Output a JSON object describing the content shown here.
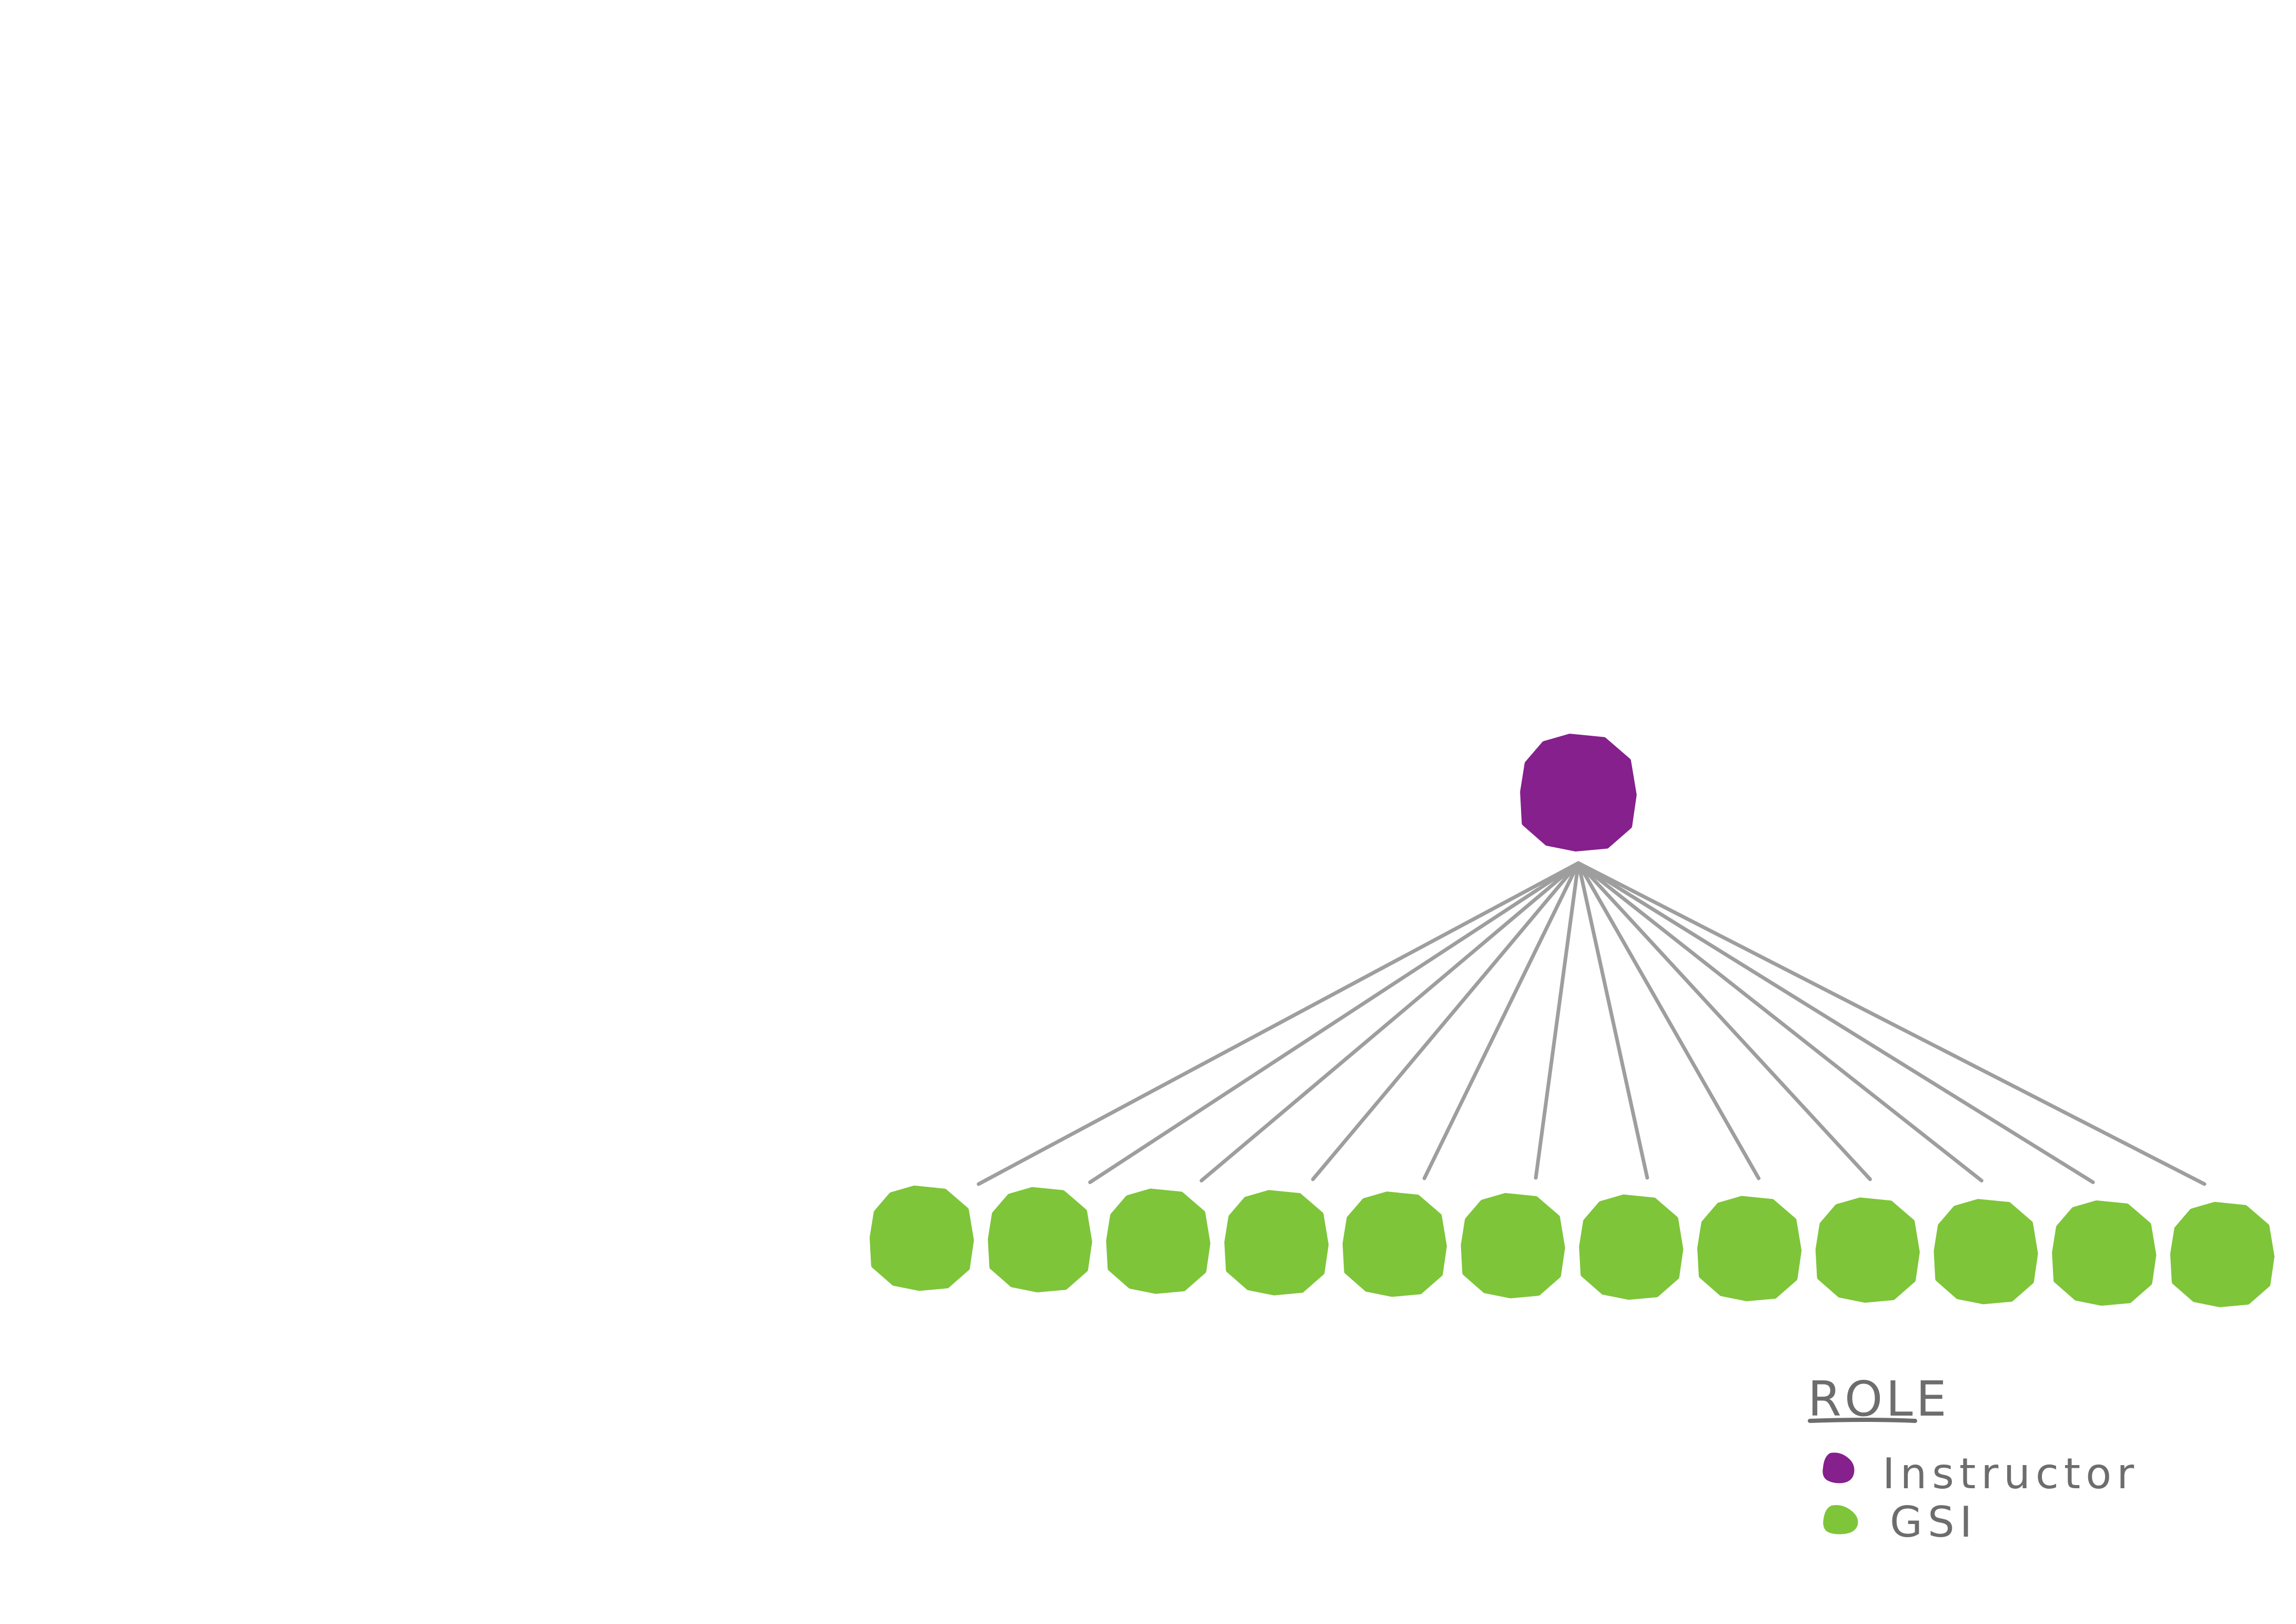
{
  "diagram": {
    "instructor_count": 1,
    "gsi_count": 12
  },
  "legend": {
    "title": "ROLE",
    "items": [
      {
        "label": "Instructor",
        "color": "#85208c"
      },
      {
        "label": "GSI",
        "color": "#7ec53a"
      }
    ]
  },
  "colors": {
    "instructor": "#85208c",
    "gsi": "#7ec53a",
    "edge": "#9e9e9e",
    "text": "#6d6d6d"
  }
}
